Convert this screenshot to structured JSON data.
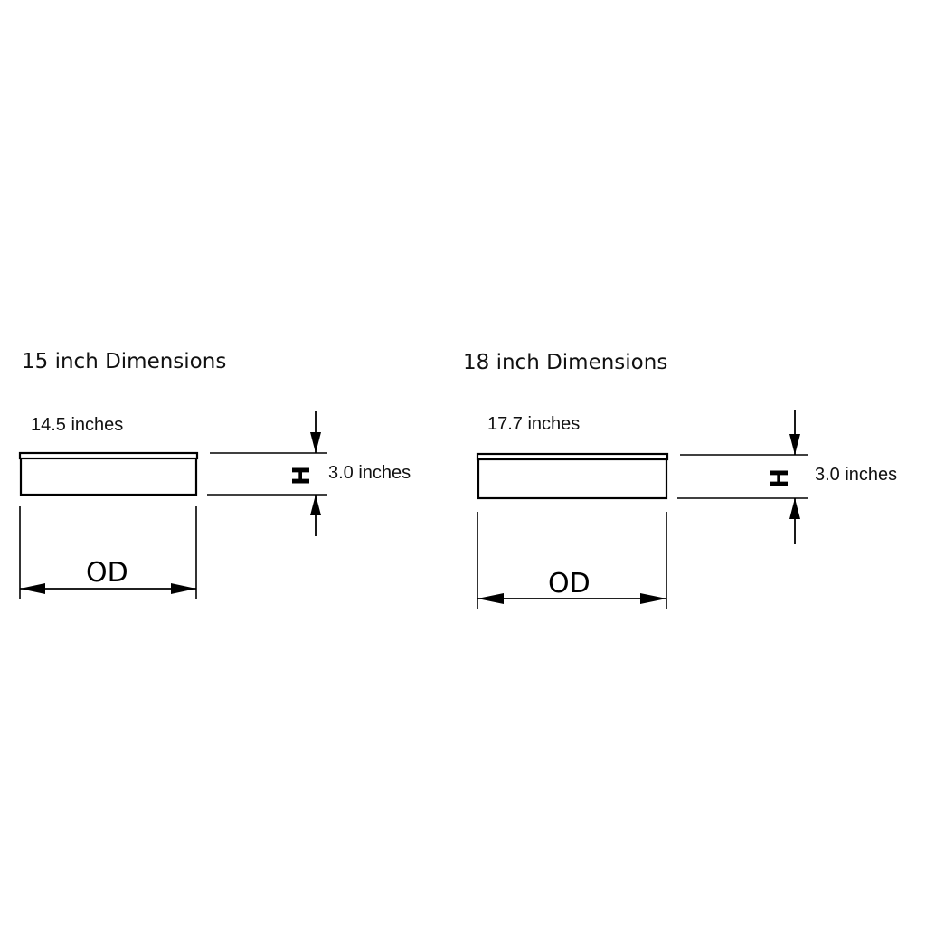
{
  "diagrams": [
    {
      "title": "15 inch Dimensions",
      "width_label": "14.5 inches",
      "height_label": "3.0 inches",
      "od_label": "OD",
      "h_label": "H"
    },
    {
      "title": "18 inch Dimensions",
      "width_label": "17.7 inches",
      "height_label": "3.0 inches",
      "od_label": "OD",
      "h_label": "H"
    }
  ],
  "colors": {
    "line": "#000000",
    "text": "#111111",
    "background": "#ffffff"
  }
}
